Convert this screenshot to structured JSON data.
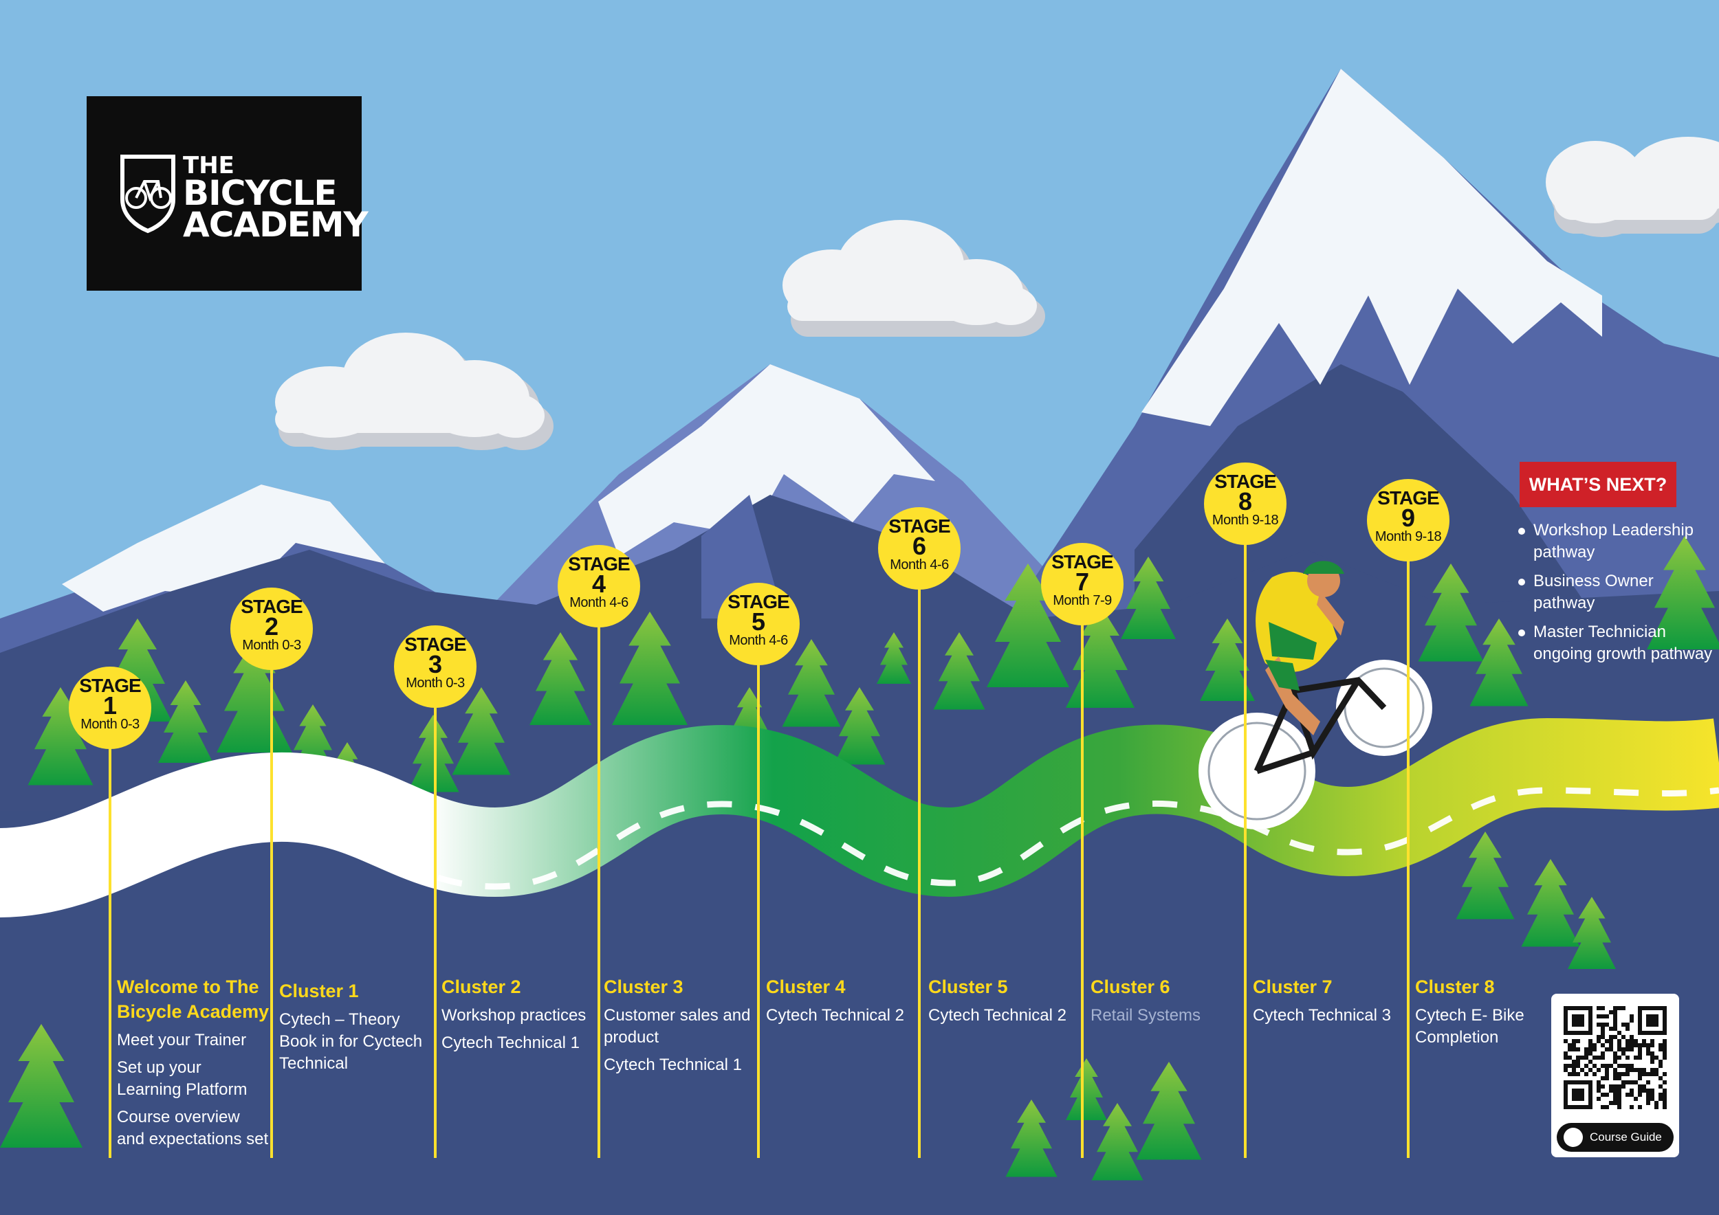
{
  "logo": {
    "line1": "THE",
    "line2": "BICYCLE",
    "line3": "ACADEMY"
  },
  "stages": [
    {
      "stage": "STAGE",
      "number": "1",
      "months": "Month 0-3"
    },
    {
      "stage": "STAGE",
      "number": "2",
      "months": "Month 0-3"
    },
    {
      "stage": "STAGE",
      "number": "3",
      "months": "Month 0-3"
    },
    {
      "stage": "STAGE",
      "number": "4",
      "months": "Month 4-6"
    },
    {
      "stage": "STAGE",
      "number": "5",
      "months": "Month 4-6"
    },
    {
      "stage": "STAGE",
      "number": "6",
      "months": "Month 4-6"
    },
    {
      "stage": "STAGE",
      "number": "7",
      "months": "Month 7-9"
    },
    {
      "stage": "STAGE",
      "number": "8",
      "months": "Month 9-18"
    },
    {
      "stage": "STAGE",
      "number": "9",
      "months": "Month 9-18"
    }
  ],
  "columns": [
    {
      "title": "Welcome to The Bicycle Academy",
      "items": [
        "Meet your Trainer",
        "Set up your Learning Platform",
        "Course overview and expectations set"
      ]
    },
    {
      "title": "Cluster 1",
      "items": [
        "Cytech – Theory Book in for Cyctech Technical"
      ]
    },
    {
      "title": "Cluster 2",
      "items": [
        "Workshop practices",
        "Cytech Technical 1"
      ]
    },
    {
      "title": "Cluster 3",
      "items": [
        "Customer sales and product",
        "Cytech Technical 1"
      ]
    },
    {
      "title": "Cluster 4",
      "items": [
        "Cytech Technical 2"
      ]
    },
    {
      "title": "Cluster 5",
      "items": [
        "Cytech Technical 2"
      ]
    },
    {
      "title": "Cluster 6",
      "items": [
        "Retail Systems"
      ]
    },
    {
      "title": "Cluster 7",
      "items": [
        "Cytech Technical 3"
      ]
    },
    {
      "title": "Cluster 8",
      "items": [
        "Cytech  E- Bike Completion"
      ]
    }
  ],
  "whats_next": {
    "title": "WHAT’S NEXT?",
    "items": [
      "Workshop Leadership pathway",
      "Business Owner pathway",
      "Master Technician ongoing growth pathway"
    ]
  },
  "qr": {
    "button_label": "Course Guide"
  },
  "colors": {
    "sky": "#82bbe3",
    "mountain_dark": "#3d4f82",
    "mountain_mid": "#5467a7",
    "mountain_light": "#6f82c2",
    "snow": "#f2f6fa",
    "ground": "#3c4f82",
    "stage_yellow": "#fde12d",
    "accent_yellow": "#ffd91a",
    "tree_light": "#8cc63f",
    "tree_dark": "#0f9a3e",
    "road_start": "#ffffff",
    "road_mid": "#13a24a",
    "road_end": "#f6e42b",
    "whats_next_red": "#cf2128"
  },
  "cyclist_colors": {
    "jersey": "#f2d61c",
    "jersey_trim": "#1c8c3a",
    "skin": "#d9905a",
    "bike": "#1a1a1a"
  }
}
